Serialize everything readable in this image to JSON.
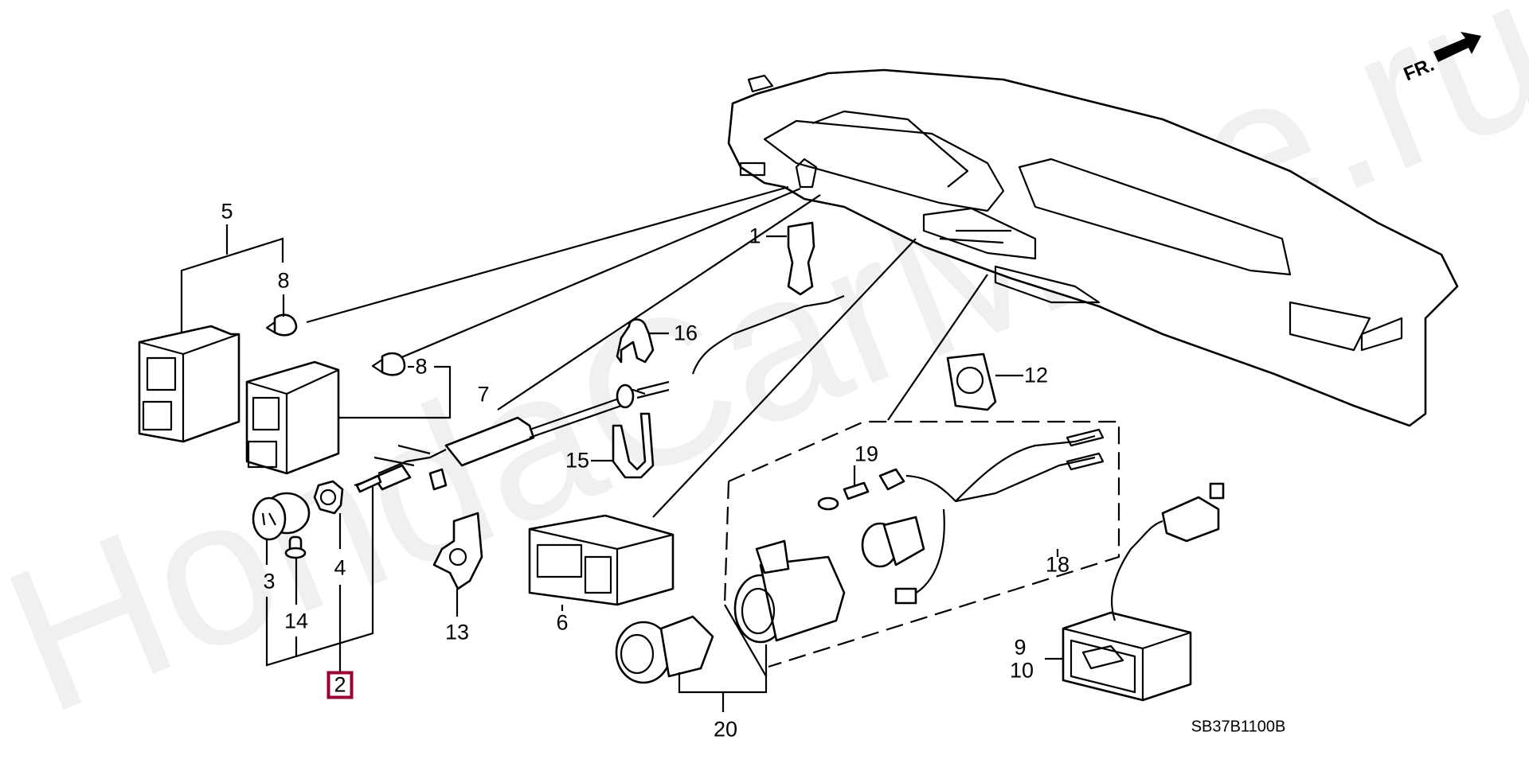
{
  "diagram": {
    "title": "Instrument panel switches / cigarette lighter parts diagram",
    "watermark": "HondaCarMine.ru",
    "orientation_label": "FR.",
    "drawing_code": "SB37B1100B",
    "highlight_color": "#990033",
    "callouts": [
      {
        "id": "5",
        "label": "5"
      },
      {
        "id": "8a",
        "label": "8"
      },
      {
        "id": "8b",
        "label": "8"
      },
      {
        "id": "7",
        "label": "7"
      },
      {
        "id": "1",
        "label": "1"
      },
      {
        "id": "16",
        "label": "16"
      },
      {
        "id": "12",
        "label": "12"
      },
      {
        "id": "15",
        "label": "15"
      },
      {
        "id": "19",
        "label": "19"
      },
      {
        "id": "3",
        "label": "3"
      },
      {
        "id": "4",
        "label": "4"
      },
      {
        "id": "14",
        "label": "14"
      },
      {
        "id": "2",
        "label": "2",
        "highlighted": true
      },
      {
        "id": "13",
        "label": "13"
      },
      {
        "id": "6",
        "label": "6"
      },
      {
        "id": "18",
        "label": "18"
      },
      {
        "id": "9",
        "label": "9"
      },
      {
        "id": "10",
        "label": "10"
      },
      {
        "id": "20",
        "label": "20"
      }
    ]
  }
}
